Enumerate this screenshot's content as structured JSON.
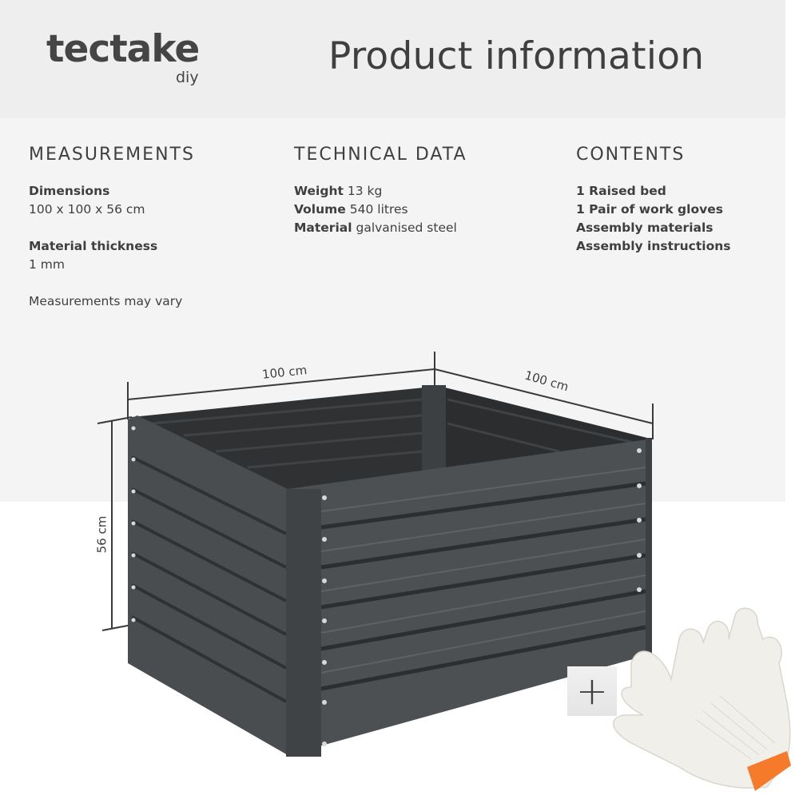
{
  "brand": {
    "name": "tectake",
    "sub": "diy"
  },
  "header": {
    "title": "Product information"
  },
  "measurements": {
    "heading": "MEASUREMENTS",
    "dimensions_label": "Dimensions",
    "dimensions_value": "100 x 100 x 56 cm",
    "thickness_label": "Material thickness",
    "thickness_value": "1 mm",
    "note": "Measurements may vary"
  },
  "technical": {
    "heading": "TECHNICAL DATA",
    "rows": [
      {
        "label": "Weight",
        "value": "13 kg"
      },
      {
        "label": "Volume",
        "value": "540 litres"
      },
      {
        "label": "Material",
        "value": "galvanised steel"
      }
    ]
  },
  "contents": {
    "heading": "CONTENTS",
    "items": [
      "1 Raised bed",
      "1 Pair of work gloves",
      "Assembly materials",
      "Assembly instructions"
    ]
  },
  "diagram": {
    "width_label": "100 cm",
    "depth_label": "100 cm",
    "height_label": "56 cm"
  },
  "extras": {
    "plus_symbol": "+"
  },
  "colors": {
    "header_bg": "#eeeeee",
    "panel_bg": "#f4f4f4",
    "text": "#3f3f3f",
    "steel": "#4a4d50",
    "steel_dark": "#2f3133",
    "glove": "#f1efea",
    "glove_cuff": "#f57a2a"
  }
}
